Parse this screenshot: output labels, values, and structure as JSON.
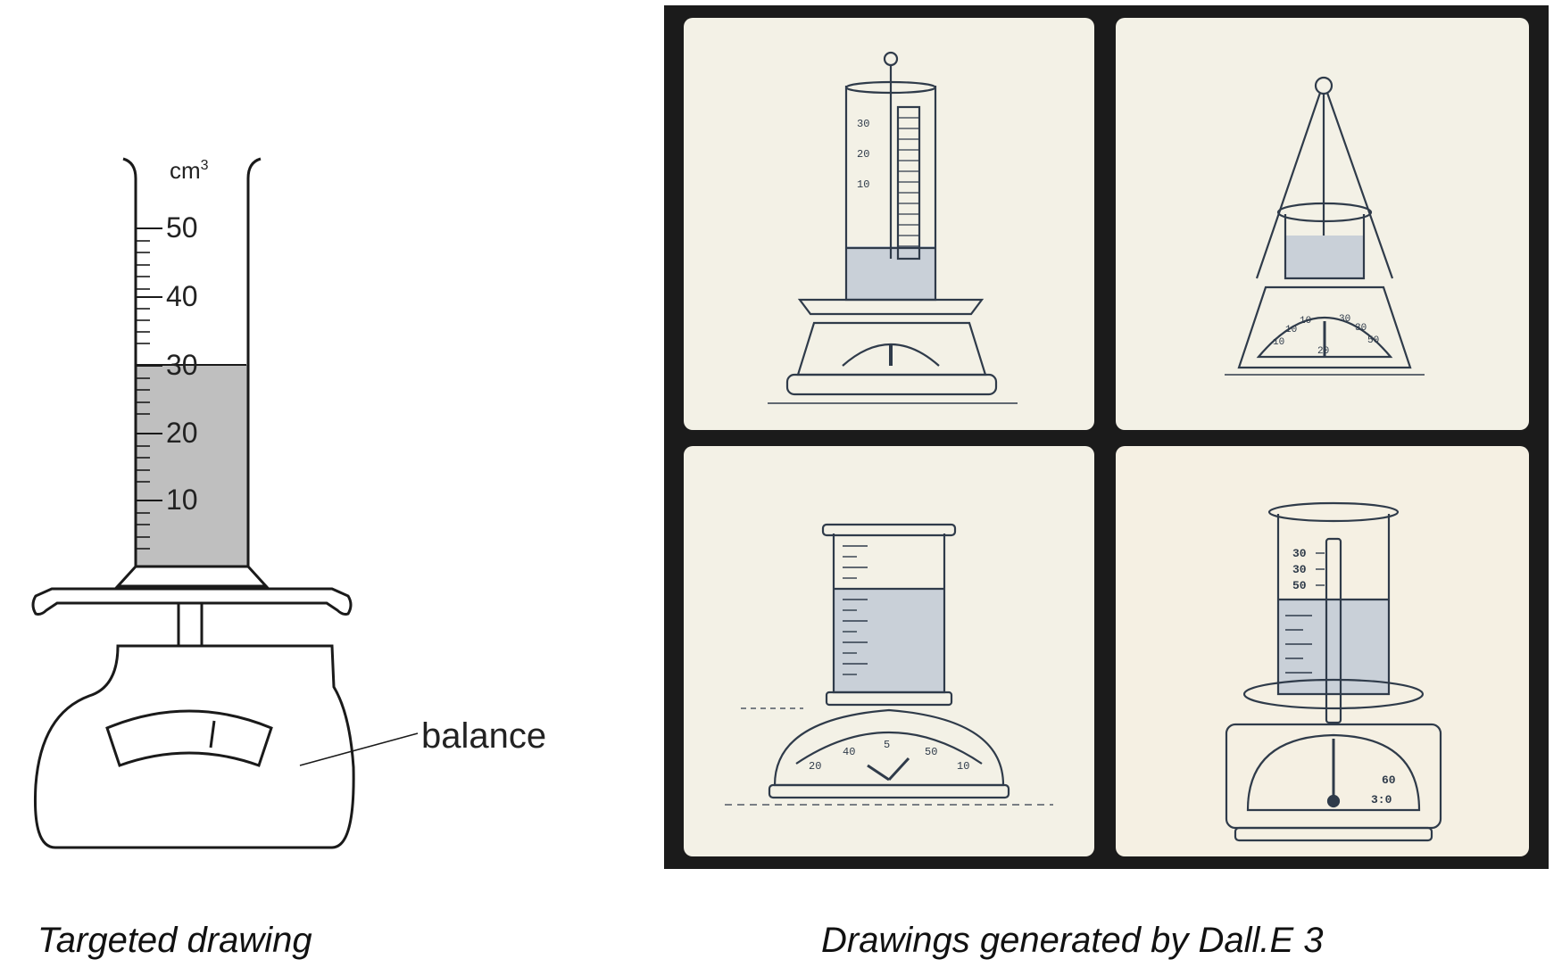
{
  "target": {
    "unit": "cm",
    "unit_superscript": "3",
    "scale_labels": [
      "50",
      "40",
      "30",
      "20",
      "10"
    ],
    "callout_label": "balance",
    "caption": "Targeted drawing"
  },
  "generated": {
    "caption": "Drawings generated by Dall.E 3",
    "panel1": {
      "ruler_marks": [
        "30",
        "20",
        "10"
      ]
    },
    "panel2": {
      "dial_numbers": [
        "10",
        "10",
        "10",
        "30",
        "30",
        "50",
        "20"
      ]
    },
    "panel3": {
      "dial_numbers": [
        "20",
        "40",
        "5",
        "50",
        "10"
      ]
    },
    "panel4": {
      "scale_labels": [
        "30",
        "30",
        "50"
      ],
      "dial_right": "60",
      "dial_readout": "3:0"
    }
  },
  "colors": {
    "liquid": "#bfbfbf",
    "panel_bg": "#f3f1e6",
    "frame": "#1b1b1b",
    "line": "#1a1a1a",
    "sketch": "#2f3b4a",
    "sketch_liquid": "#c9d0d8"
  }
}
